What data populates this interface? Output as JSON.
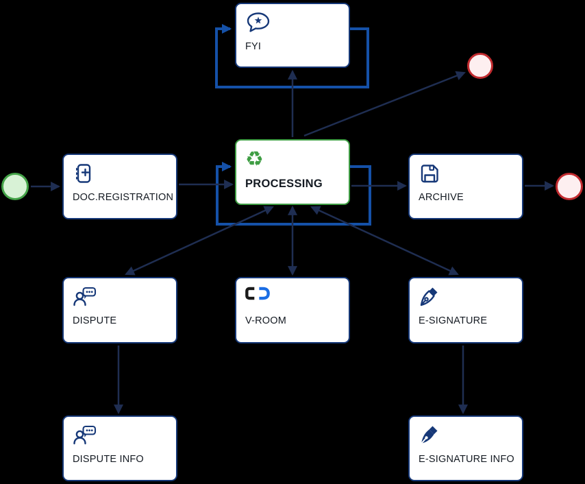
{
  "diagram": {
    "background_color": "#000000",
    "colors": {
      "background": "#000000",
      "node_border": "#163878",
      "connector": "#1f2e52",
      "loop_connector": "#1551a8",
      "active_border": "#3f9e44",
      "start_border": "#44a348",
      "start_fill": "#d8f2d6",
      "end_border": "#c12b2f",
      "end_fill": "#fdeff0",
      "vroom_logo_black": "#1a1a1a",
      "vroom_logo_blue": "#1a6de4",
      "label_color": "#141a22"
    },
    "glyphs": {
      "recycle": "♻"
    },
    "nodes": {
      "fyi": {
        "label": "FYI",
        "icon": "speech-bubble-star-icon"
      },
      "doc_registration": {
        "label": "DOC.REGISTRATION",
        "icon": "document-add-icon"
      },
      "processing": {
        "label": "PROCESSING",
        "icon": "recycle-icon",
        "highlighted": true
      },
      "archive": {
        "label": "ARCHIVE",
        "icon": "floppy-disk-icon"
      },
      "dispute": {
        "label": "DISPUTE",
        "icon": "person-chat-icon"
      },
      "vroom": {
        "label": "V-ROOM",
        "icon": "cd-logo-icon"
      },
      "esignature": {
        "label": "E-SIGNATURE",
        "icon": "pen-nib-icon"
      },
      "dispute_info": {
        "label": "DISPUTE INFO",
        "icon": "person-chat-icon"
      },
      "esignature_info": {
        "label": "E-SIGNATURE INFO",
        "icon": "pen-nib-filled-icon"
      }
    },
    "events": {
      "start": {
        "type": "start-event",
        "color": "green"
      },
      "end_top": {
        "type": "end-event",
        "color": "red"
      },
      "end_right": {
        "type": "end-event",
        "color": "red"
      }
    },
    "edges": [
      {
        "from": "start",
        "to": "doc_registration",
        "directed": true
      },
      {
        "from": "doc_registration",
        "to": "processing",
        "directed": true
      },
      {
        "from": "processing",
        "to": "processing",
        "loop": true
      },
      {
        "from": "processing",
        "to": "archive",
        "directed": true
      },
      {
        "from": "archive",
        "to": "end_right",
        "directed": true
      },
      {
        "from": "processing",
        "to": "fyi",
        "directed": true
      },
      {
        "from": "fyi",
        "to": "fyi",
        "loop": true
      },
      {
        "from": "processing",
        "to": "end_top",
        "directed": true
      },
      {
        "from": "processing",
        "to": "dispute",
        "bidirectional": true
      },
      {
        "from": "processing",
        "to": "vroom",
        "bidirectional": true
      },
      {
        "from": "processing",
        "to": "esignature",
        "bidirectional": true
      },
      {
        "from": "dispute",
        "to": "dispute_info",
        "directed": true
      },
      {
        "from": "esignature",
        "to": "esignature_info",
        "directed": true
      }
    ]
  }
}
